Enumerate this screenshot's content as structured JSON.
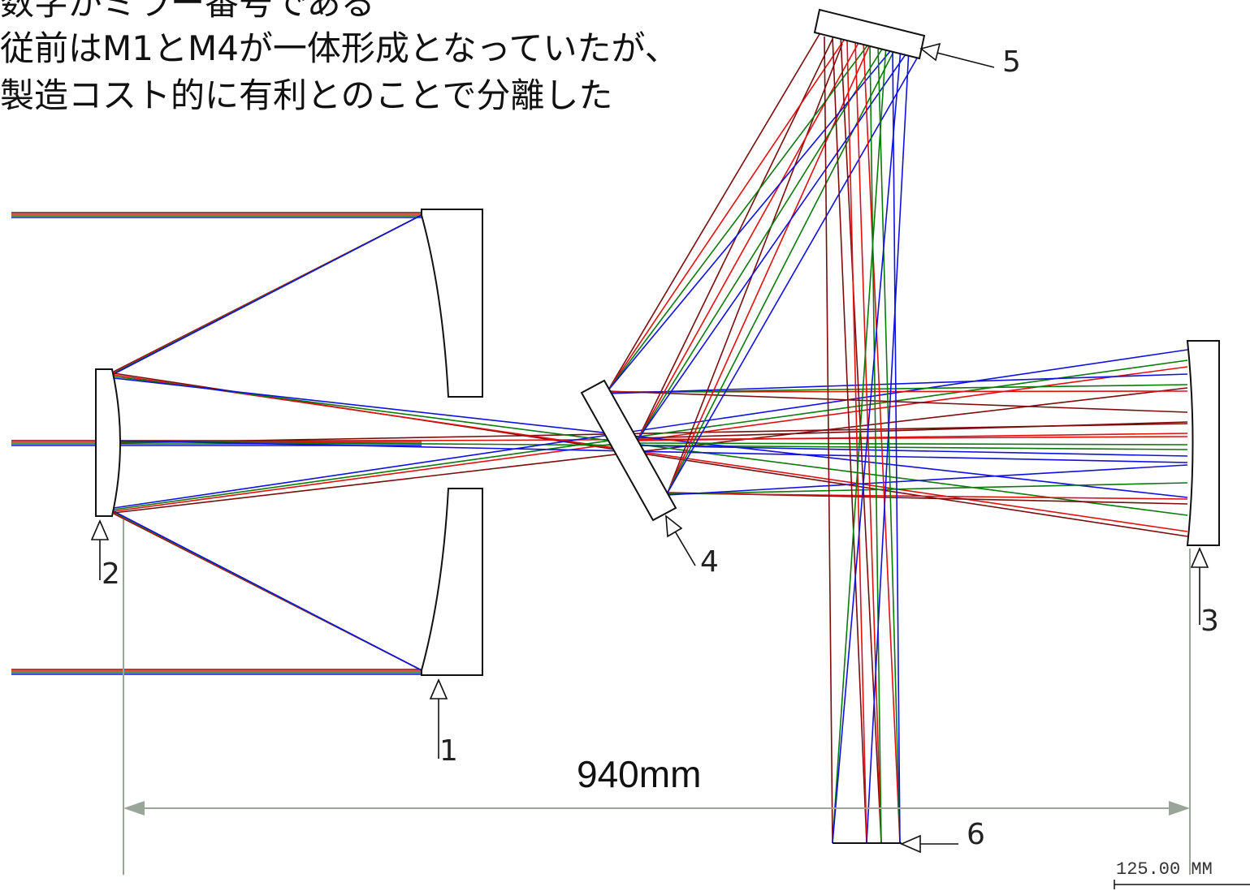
{
  "notes": [
    "数字がミラー番号である",
    "従前はM1とM4が一体形成となっていたが、",
    "製造コスト的に有利とのことで分離した"
  ],
  "mirror_labels": {
    "m1": "1",
    "m2": "2",
    "m3": "3",
    "m4": "4",
    "m5": "5",
    "m6": "6"
  },
  "dimension": {
    "text": "940mm"
  },
  "scale_bar": {
    "text": "125.00   MM"
  },
  "colors": {
    "ray_blue": "#1010e0",
    "ray_green": "#0a7a0a",
    "ray_red": "#e01010",
    "ray_darkred": "#7a0c0c",
    "dimension_line": "#98a598",
    "outline": "#111111"
  }
}
